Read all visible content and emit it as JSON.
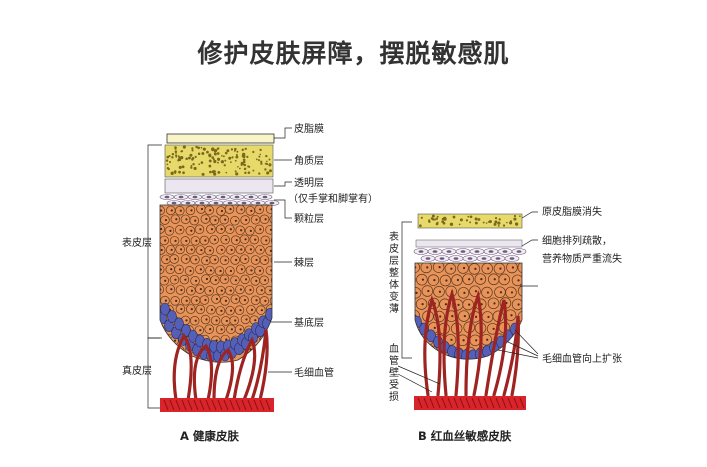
{
  "title": "修护皮肤屏障，摆脱敏感肌",
  "colors": {
    "sebum": "#f8f4c8",
    "corneum": "#e8da6a",
    "lucidum": "#ece6f0",
    "granular_cell": "#f4ecf4",
    "spinous_cell": "#e8935a",
    "basal_cell": "#5460b8",
    "vessel": "#b32a28",
    "dermis_band": "#d8242a"
  },
  "panel_a": {
    "caption": "A 健康皮肤",
    "left_labels": {
      "epidermis": "表皮层",
      "dermis": "真皮层"
    },
    "right_labels": {
      "sebum": "皮脂膜",
      "corneum": "角质层",
      "lucidum": "透明层",
      "lucidum_note": "（仅手掌和脚掌有）",
      "granular": "颗粒层",
      "spinous": "棘层",
      "basal": "基底层",
      "capillary": "毛细血管"
    }
  },
  "panel_b": {
    "caption": "B 红血丝敏感皮肤",
    "left_labels": {
      "epidermis_change": "表皮层整体变薄",
      "vessel_damage": "血管壁受损"
    },
    "right_labels": {
      "sebum_lost": "原皮脂膜消失",
      "cells_line1": "细胞排列疏散，",
      "cells_line2": "营养物质严重流失",
      "capillary_dilate": "毛细血管向上扩张"
    }
  }
}
